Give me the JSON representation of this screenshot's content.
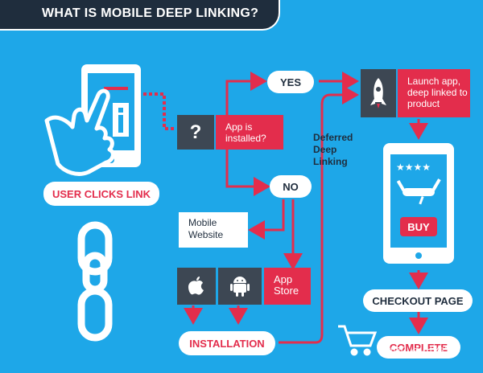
{
  "title": "WHAT IS MOBILE DEEP LINKING?",
  "nodes": {
    "user_clicks_link": "USER CLICKS LINK",
    "app_installed": "App is installed?",
    "yes": "YES",
    "no": "NO",
    "launch_app": "Launch app, deep linked to product",
    "deferred_deep_linking": "Deferred Deep Linking",
    "mobile_website": "Mobile Website",
    "app_store": "App Store",
    "installation": "INSTALLATION",
    "buy": "BUY",
    "checkout_page": "CHECKOUT PAGE",
    "complete": "COMPLETE"
  },
  "icons": [
    "hand-pointer-icon",
    "phone-icon",
    "question-mark-icon",
    "rocket-icon",
    "apple-icon",
    "android-icon",
    "chain-link-icon",
    "shopping-cart-icon",
    "stars-icon",
    "swiss-knife-icon"
  ],
  "watermark": "知乎 @付海军",
  "colors": {
    "background": "#1ea7e8",
    "dark": "#1f2d3d",
    "red": "#e32d4c",
    "white": "#ffffff",
    "grey": "#3d4753"
  }
}
